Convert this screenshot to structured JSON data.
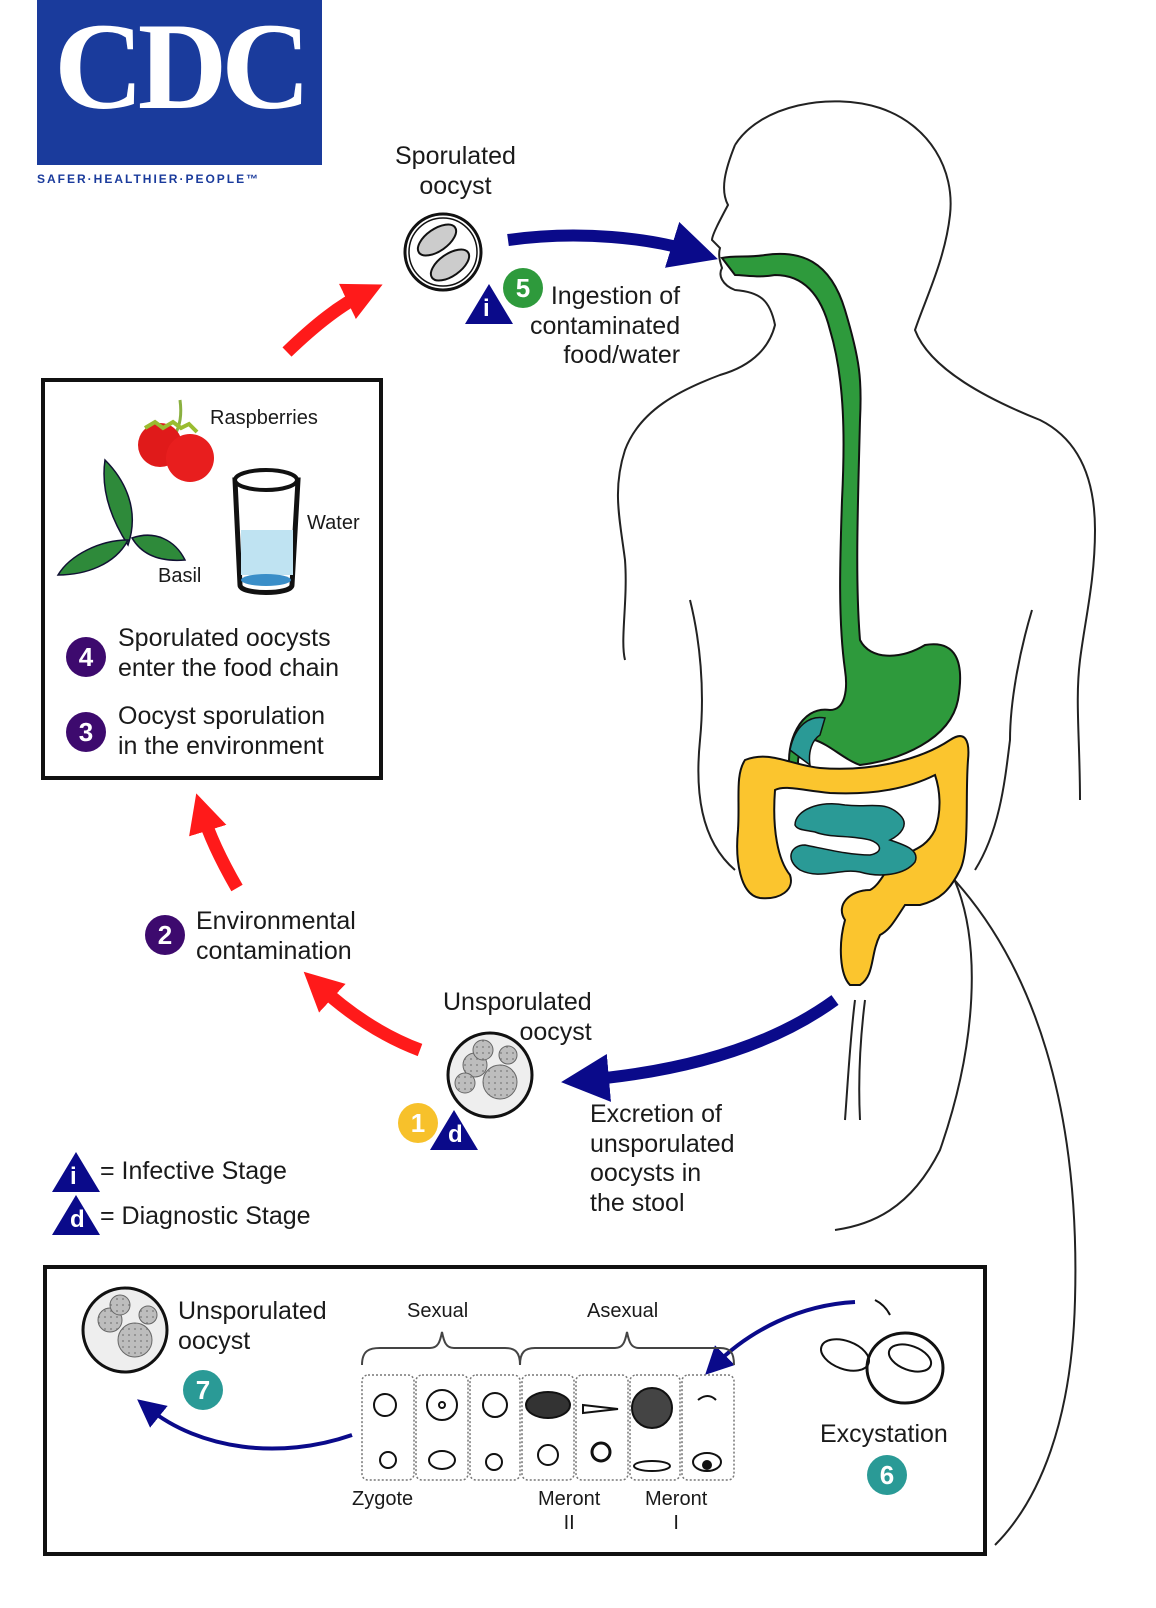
{
  "logo": {
    "text": "CDC",
    "tagline": "SAFER·HEALTHIER·PEOPLE™"
  },
  "colors": {
    "blue_arrow": "#0a0a8a",
    "red_arrow": "#ff1a1a",
    "badge_green": "#2e9a3c",
    "badge_purple": "#3d0a6e",
    "badge_yellow": "#f7c12b",
    "badge_teal": "#2a9a96",
    "gi_green": "#2e9a3c",
    "colon_yellow": "#fbc52e",
    "intestine_teal": "#2a9a96"
  },
  "stages": {
    "sporulated": {
      "title": "Sporulated\noocyst",
      "step": "5",
      "caption": "Ingestion of\ncontaminated\nfood/water",
      "marker": "i"
    },
    "food_box": {
      "raspberries": "Raspberries",
      "water": "Water",
      "basil": "Basil",
      "step4": {
        "num": "4",
        "text": "Sporulated oocysts\nenter the food chain"
      },
      "step3": {
        "num": "3",
        "text": "Oocyst sporulation\nin the environment"
      }
    },
    "env": {
      "num": "2",
      "text": "Environmental\ncontamination"
    },
    "unsporulated": {
      "title": "Unsporulated\noocyst",
      "num": "1",
      "marker": "d",
      "caption": "Excretion of\nunsporulated\noocysts in\nthe stool"
    }
  },
  "legend": {
    "infective": {
      "marker": "i",
      "text": "= Infective Stage"
    },
    "diagnostic": {
      "marker": "d",
      "text": "= Diagnostic Stage"
    }
  },
  "inset": {
    "oocyst_label": "Unsporulated\noocyst",
    "step7": "7",
    "sexual": "Sexual",
    "asexual": "Asexual",
    "zygote": "Zygote",
    "meront2": "Meront\nII",
    "meront1": "Meront\nI",
    "excystation": "Excystation",
    "step6": "6"
  }
}
